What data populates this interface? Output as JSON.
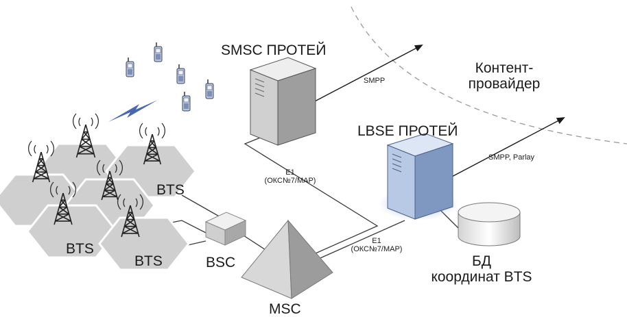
{
  "labels": {
    "smsc": "SMSC ПРОТЕЙ",
    "lbse": "LBSE ПРОТЕЙ",
    "content_line1": "Контент-",
    "content_line2": "провайдер",
    "smpp": "SMPP",
    "smpp_parlay": "SMPP, Parlay",
    "e1_top_line1": "E1",
    "e1_top_line2": "(ОКС№7/MAP)",
    "e1_bottom_line1": "E1",
    "e1_bottom_line2": "(ОКС№7/MAP)",
    "bts_right": "BTS",
    "bts_left": "BTS",
    "bts_bottom": "BTS",
    "bsc": "BSC",
    "msc": "MSC",
    "db_line1": "БД",
    "db_line2": "координат BTS"
  },
  "colors": {
    "line": "#3a3a3a",
    "hexagon_fill": "#cfcfcf",
    "server_gray": "#d9d9d9",
    "server_blue": "#a9bedc",
    "lightning": "#4a68b0",
    "phone": "#b6c6e6"
  }
}
